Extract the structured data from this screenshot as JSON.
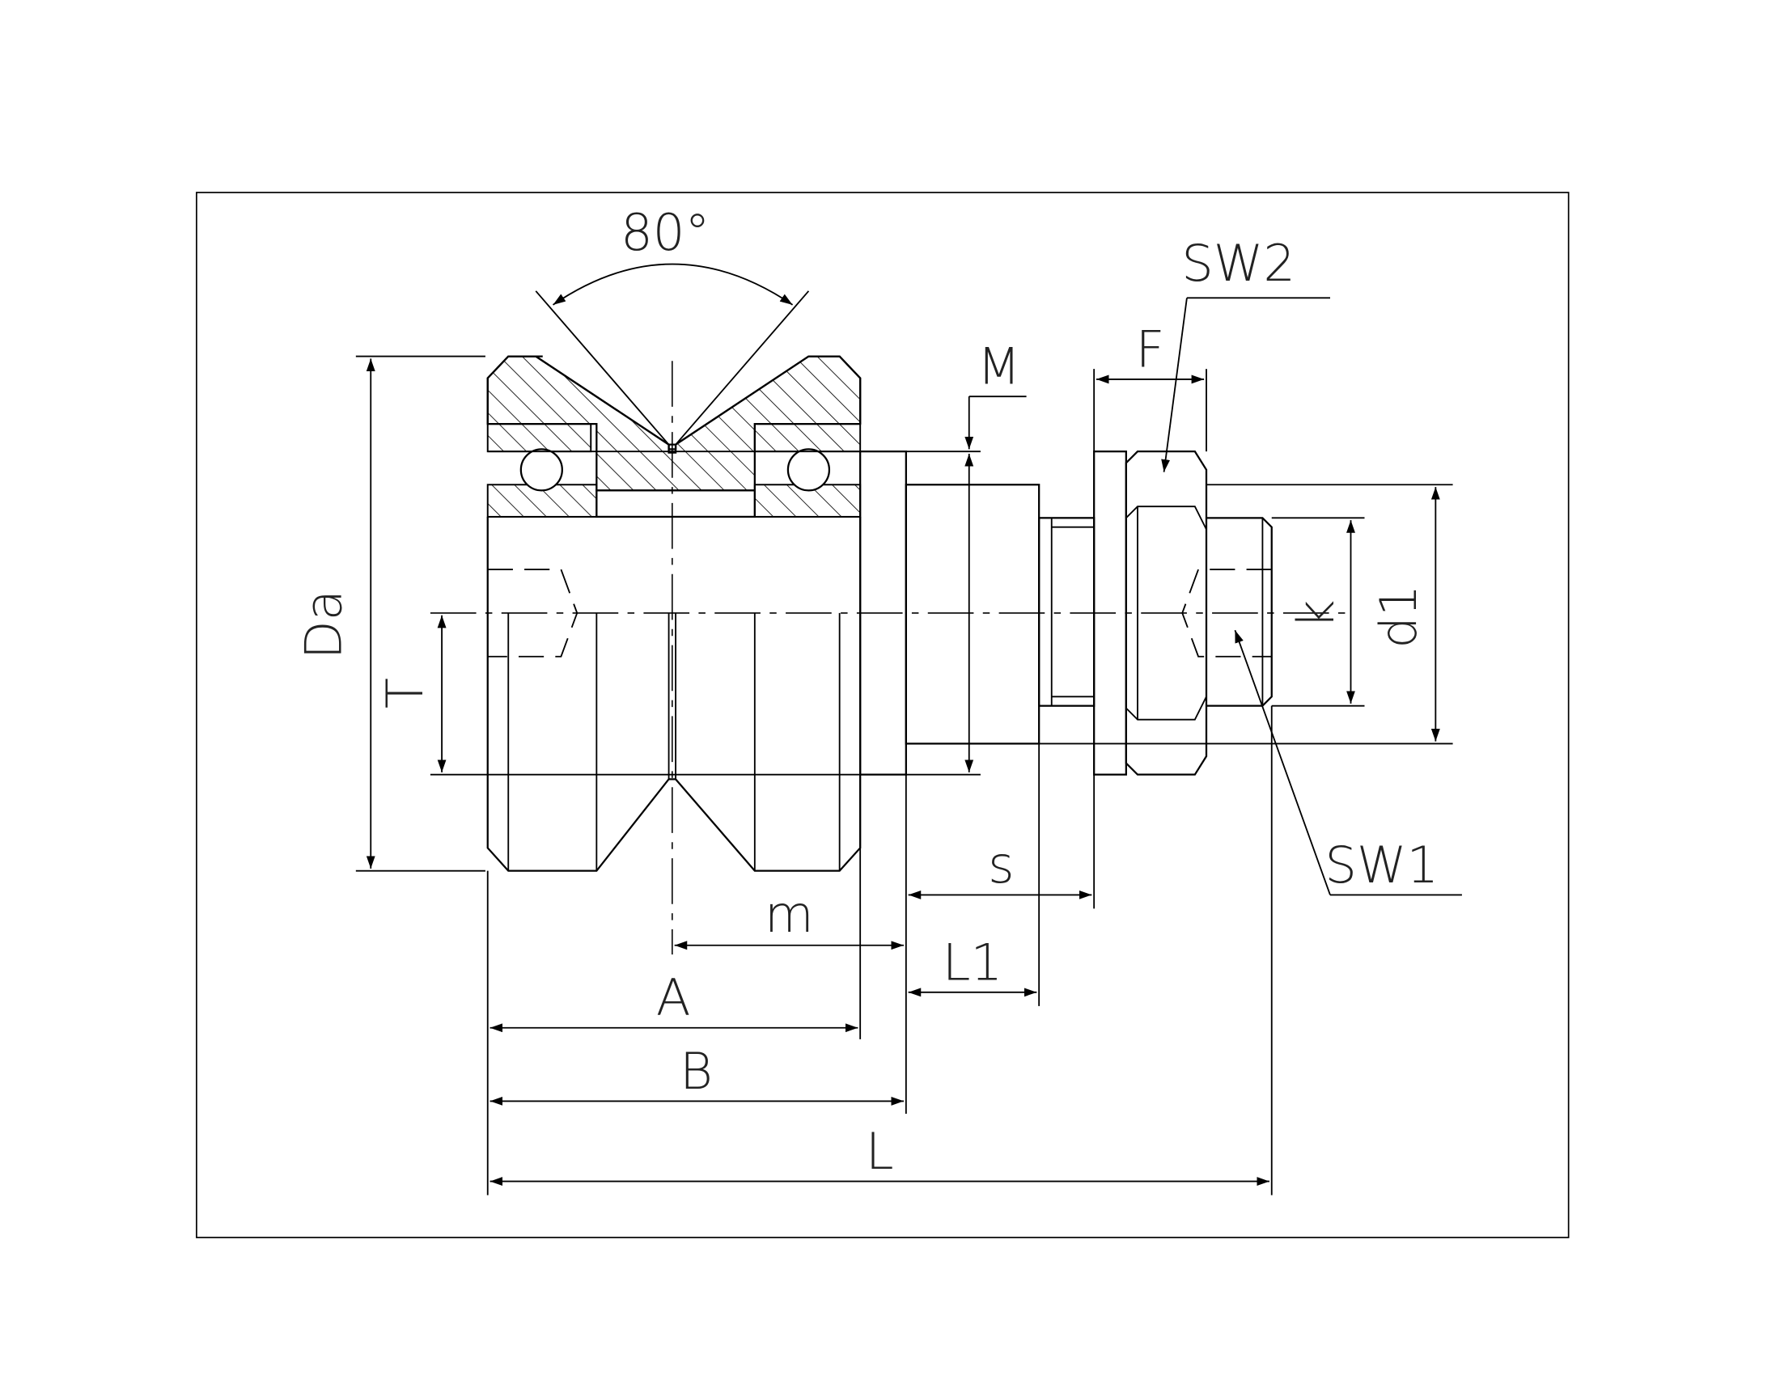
{
  "drawing": {
    "labels": {
      "angle": "80°",
      "sw2": "SW2",
      "f": "F",
      "m_top": "M",
      "da": "Da",
      "t": "T",
      "k": "k",
      "d1": "d1",
      "sw1": "SW1",
      "s": "s",
      "m": "m",
      "l1": "L1",
      "a": "A",
      "b": "B",
      "l": "L"
    }
  }
}
